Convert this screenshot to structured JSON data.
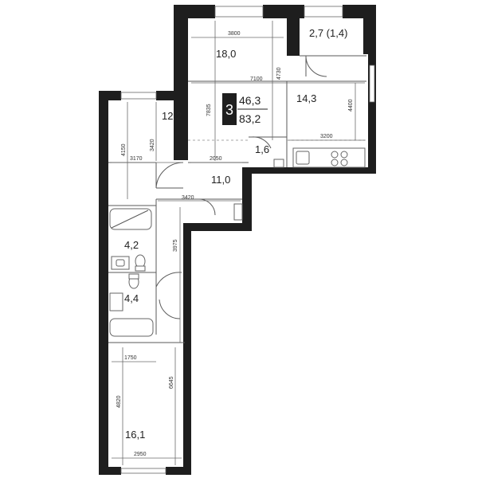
{
  "plan": {
    "rooms_count": "3",
    "area_living": "46,3",
    "area_total": "83,2",
    "rooms": [
      {
        "id": "room-18",
        "area": "18,0"
      },
      {
        "id": "room-2-7",
        "area": "2,7 (1,4)"
      },
      {
        "id": "room-14-3",
        "area": "14,3"
      },
      {
        "id": "room-12-2",
        "area": "12,2"
      },
      {
        "id": "room-1-6",
        "area": "1,6"
      },
      {
        "id": "room-11",
        "area": "11,0"
      },
      {
        "id": "room-4-2",
        "area": "4,2"
      },
      {
        "id": "room-4-4",
        "area": "4,4"
      },
      {
        "id": "room-16-1",
        "area": "16,1"
      }
    ],
    "dimensions": [
      "3800",
      "4730",
      "7100",
      "7835",
      "4400",
      "3200",
      "4150",
      "3420",
      "3170",
      "2050",
      "3420",
      "3975",
      "1750",
      "6645",
      "4820",
      "2950"
    ]
  }
}
